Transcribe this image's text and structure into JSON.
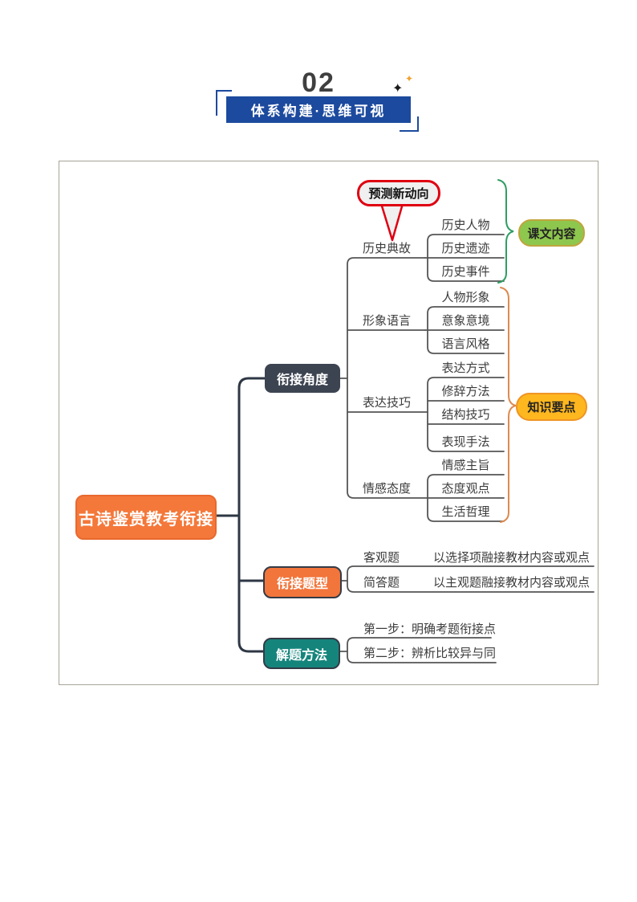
{
  "header": {
    "number": "02",
    "banner_title": "体系构建·思维可视"
  },
  "mindmap": {
    "root": "古诗鉴赏教考衔接",
    "callout": "预测新动向",
    "groups": [
      {
        "label": "课文内容",
        "color": "#8ec74e"
      },
      {
        "label": "知识要点",
        "color": "#feb71e"
      }
    ],
    "branches": [
      {
        "label": "衔接角度",
        "children": [
          {
            "label": "历史典故",
            "children": [
              "历史人物",
              "历史遗迹",
              "历史事件"
            ]
          },
          {
            "label": "形象语言",
            "children": [
              "人物形象",
              "意象意境",
              "语言风格"
            ]
          },
          {
            "label": "表达技巧",
            "children": [
              "表达方式",
              "修辞方法",
              "结构技巧",
              "表现手法"
            ]
          },
          {
            "label": "情感态度",
            "children": [
              "情感主旨",
              "态度观点",
              "生活哲理"
            ]
          }
        ]
      },
      {
        "label": "衔接题型",
        "children": [
          {
            "label": "客观题",
            "desc": "以选择项融接教材内容或观点"
          },
          {
            "label": "简答题",
            "desc": "以主观题融接教材内容或观点"
          }
        ]
      },
      {
        "label": "解题方法",
        "children": [
          {
            "label": "第一步：明确考题衔接点"
          },
          {
            "label": "第二步：辨析比较异与同"
          }
        ]
      }
    ]
  },
  "colors": {
    "banner_blue": "#1c4a9e",
    "root_orange": "#f4783a",
    "dark_node": "#3d4451",
    "orange_node": "#f2753b",
    "teal_node": "#15857c",
    "callout_red": "#df0011",
    "brace_green": "#2f9e64",
    "brace_orange": "#dd8a50"
  }
}
